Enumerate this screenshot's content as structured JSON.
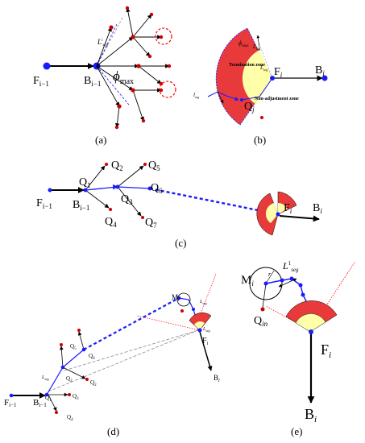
{
  "panels": {
    "a": {
      "caption": "(a)",
      "F": "F",
      "F_sub": "i−1",
      "B": "B",
      "B_sub": "i−1",
      "phi": "ϕ",
      "phi_sub": "max",
      "L": "L",
      "L_sub": "seg",
      "L_sup": "i"
    },
    "b": {
      "caption": "(b)",
      "F": "F",
      "F_sub": "i",
      "B": "B",
      "B_sub": "i",
      "Q": "Q",
      "Q_sub": "j",
      "termination_zone": "Termination zone",
      "nonadjustment_zone": "Non-adjustment zone",
      "phi_max": "ϕ",
      "phi_max_sub": "max",
      "L_top": "L",
      "L_top_sub": "seg",
      "L_mid": "L",
      "L_mid_sub": "seg",
      "L_left": "l",
      "L_left_sub": "seg"
    },
    "c": {
      "caption": "(c)",
      "F": "F",
      "F_sub": "i−1",
      "B": "B",
      "B_sub": "i−1",
      "Q1": "Q",
      "Q1_sub": "1",
      "Q2": "Q",
      "Q2_sub": "2",
      "Q3": "Q",
      "Q3_sub": "3",
      "Q4": "Q",
      "Q4_sub": "4",
      "Q5": "Q",
      "Q5_sub": "5",
      "Q6": "Q",
      "Q6_sub": "6",
      "Q7": "Q",
      "Q7_sub": "7",
      "Fi": "F",
      "Fi_sub": "i",
      "Bi": "B",
      "Bi_sub": "i"
    },
    "d": {
      "caption": "(d)",
      "F": "F",
      "F_sub": "i−1",
      "B": "B",
      "B_sub": "i−1",
      "Q1": "Q",
      "Q1_sub": "1",
      "Q2": "Q",
      "Q2_sub": "2",
      "Q3": "Q",
      "Q3_sub": "3",
      "Q4": "Q",
      "Q4_sub": "4",
      "Q5": "Q",
      "Q5_sub": "5",
      "Q6": "Q",
      "Q6_sub": "6",
      "Q2b": "Q",
      "Q2b_sub": "2",
      "M": "M",
      "M_sub": "i",
      "Fi": "F",
      "Fi_sub": "i",
      "Bi": "B",
      "Bi_sub": "i",
      "L1": "L",
      "L1_sub": "seg",
      "L2": "L",
      "L2_sub": "seg",
      "L3": "L",
      "L3_sub": "seg"
    },
    "e": {
      "caption": "(e)",
      "M": "M",
      "M_sub": "i",
      "r": "r",
      "L": "L",
      "L_sub": "seg",
      "L_sup": "1",
      "Q": "Q",
      "Q_sub": "in",
      "F": "F",
      "F_sub": "i",
      "B": "B",
      "B_sub": "i"
    }
  },
  "colors": {
    "blue": "#1a1aff",
    "red": "#cc0000",
    "zone_red": "#e83a3a",
    "zone_yellow": "#ffffaa",
    "black": "#000000",
    "gray": "#8a8a8a"
  }
}
